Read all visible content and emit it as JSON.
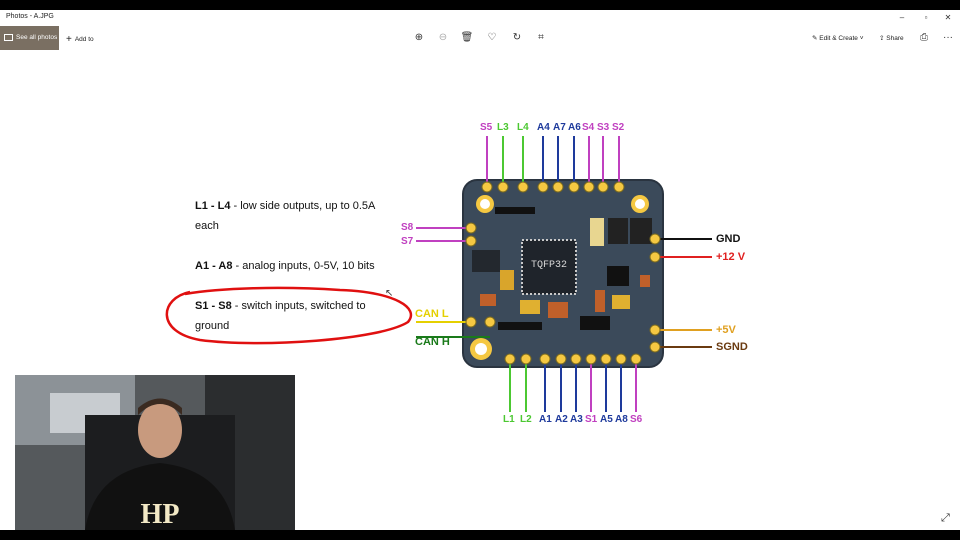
{
  "window": {
    "title": "Photos - A.JPG"
  },
  "toolbar": {
    "see_all": "See all photos",
    "add_to": "Add to",
    "edit_create": "Edit & Create",
    "share": "Share",
    "more": "···"
  },
  "legend": {
    "l_key": "L1 -  L4",
    "l_text": "  - low side outputs, up to 0.5A",
    "l_text2": "each",
    "a_key": "A1 - A8",
    "a_text": "  - analog inputs, 0-5V, 10 bits",
    "s_key": "S1 - S8",
    "s_text": "   - switch inputs, switched to",
    "s_text2": "ground"
  },
  "board": {
    "chip": "TQFP32",
    "top_pins": [
      "S5",
      "L3",
      "L4",
      "A4",
      "A7",
      "A6",
      "S4",
      "S3",
      "S2"
    ],
    "bottom_pins": [
      "L1",
      "L2",
      "A1",
      "A2",
      "A3",
      "S1",
      "A5",
      "A8",
      "S6"
    ],
    "left_pins": [
      "S8",
      "S7",
      "CAN L",
      "CAN H"
    ],
    "right_pins": [
      "GND",
      "+12 V",
      "+5V",
      "SGND"
    ]
  },
  "colors": {
    "switch": "#c040c0",
    "lowside": "#4cc832",
    "analog": "#1e3a9c",
    "red": "#e02020",
    "board": "#3b4a5a",
    "can": "#e5d000"
  }
}
